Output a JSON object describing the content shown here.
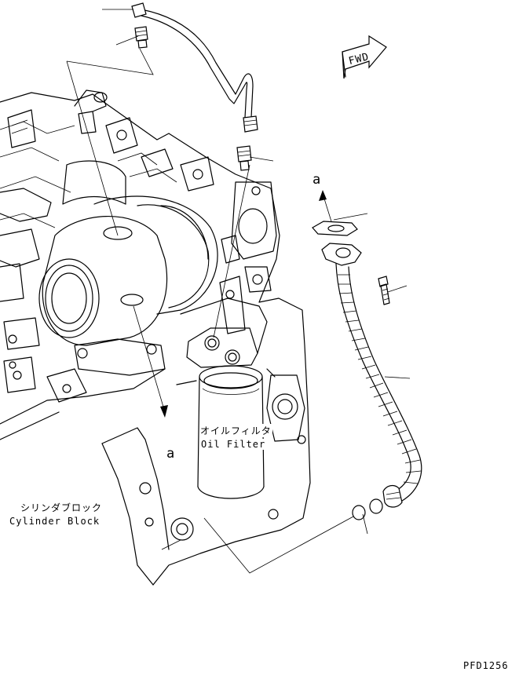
{
  "labels": {
    "fwd": "FWD",
    "ref_a_top": "a",
    "ref_a_bottom": "a",
    "oil_filter_jp": "オイルフィルタ",
    "oil_filter_en": "Oil Filter",
    "cylinder_block_jp": "シリンダブロック",
    "cylinder_block_en": "Cylinder Block",
    "drawing_no": "PFD1256"
  }
}
